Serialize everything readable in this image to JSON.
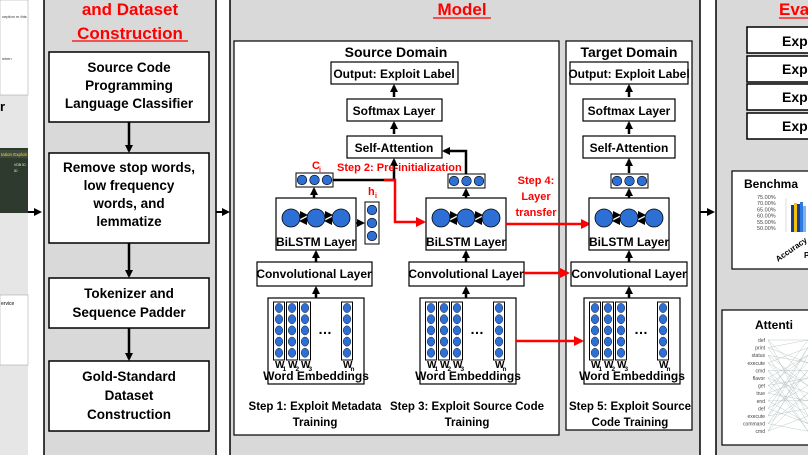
{
  "headers": {
    "dataset_line1": "and Dataset",
    "dataset_line2": "Construction",
    "model": "Model",
    "eval": "Eva"
  },
  "left_strip": {
    "line1": "ception m this",
    "line2": "when",
    "line3": "r",
    "exploit_bar": "tation Exploit",
    "cell1": "VDB ID",
    "cell2": "ID",
    "service": "ervice"
  },
  "pipeline": [
    {
      "lines": [
        "Source Code",
        "Programming",
        "Language Classifier"
      ]
    },
    {
      "lines": [
        "Remove stop words,",
        "low frequency",
        "words, and",
        "lemmatize"
      ]
    },
    {
      "lines": [
        "Tokenizer and",
        "Sequence Padder"
      ]
    },
    {
      "lines": [
        "Gold-Standard",
        "Dataset",
        "Construction"
      ]
    }
  ],
  "source": {
    "title": "Source Domain",
    "output": "Output: Exploit Label",
    "softmax": "Softmax Layer",
    "attention": "Self-Attention",
    "bilstm": "BiLSTM Layer",
    "conv": "Convolutional Layer",
    "embed": "Word Embeddings",
    "ci": "C",
    "ci_sub": "i",
    "hi": "h",
    "hi_sub": "i",
    "step1_line1": "Step 1: Exploit Metadata",
    "step1_line2": "Training"
  },
  "middle": {
    "bilstm": "BiLSTM Layer",
    "conv": "Convolutional Layer",
    "embed": "Word Embeddings",
    "step3_line1": "Step 3: Exploit Source Code",
    "step3_line2": "Training"
  },
  "target": {
    "title": "Target Domain",
    "output": "Output: Exploit Label",
    "softmax": "Softmax Layer",
    "attention": "Self-Attention",
    "bilstm": "BiLSTM Layer",
    "conv": "Convolutional Layer",
    "embed": "Word Embeddings",
    "step5_line1": "Step 5: Exploit Source",
    "step5_line2": "Code Training"
  },
  "steps": {
    "step2": "Step 2: Pre-initialization",
    "step4_line1": "Step 4:",
    "step4_line2": "Layer",
    "step4_line3": "transfer"
  },
  "word_labels": [
    "W",
    "W",
    "W",
    "W"
  ],
  "word_subs": [
    "1",
    "2",
    "3",
    "n"
  ],
  "ellipsis": "…",
  "eval_boxes": [
    "Explo",
    "Exp",
    "Exp",
    "Exp"
  ],
  "benchmark": {
    "title": "Benchma",
    "ticks": [
      "75.00%",
      "70.00%",
      "65.00%",
      "60.00%",
      "55.00%",
      "50.00%"
    ],
    "xlabel1": "Accuracy",
    "xlabel2": "P"
  },
  "attention_panel": {
    "title": "Attenti",
    "words": [
      "def",
      "print",
      "status",
      "execute",
      "cmd",
      "flavor",
      "get",
      "true",
      "end",
      "def",
      "execute",
      "command",
      "cmd"
    ]
  },
  "colors": {
    "red": "#ff0000",
    "circle": "#2e6fd6",
    "gray": "#d9d9d9"
  }
}
